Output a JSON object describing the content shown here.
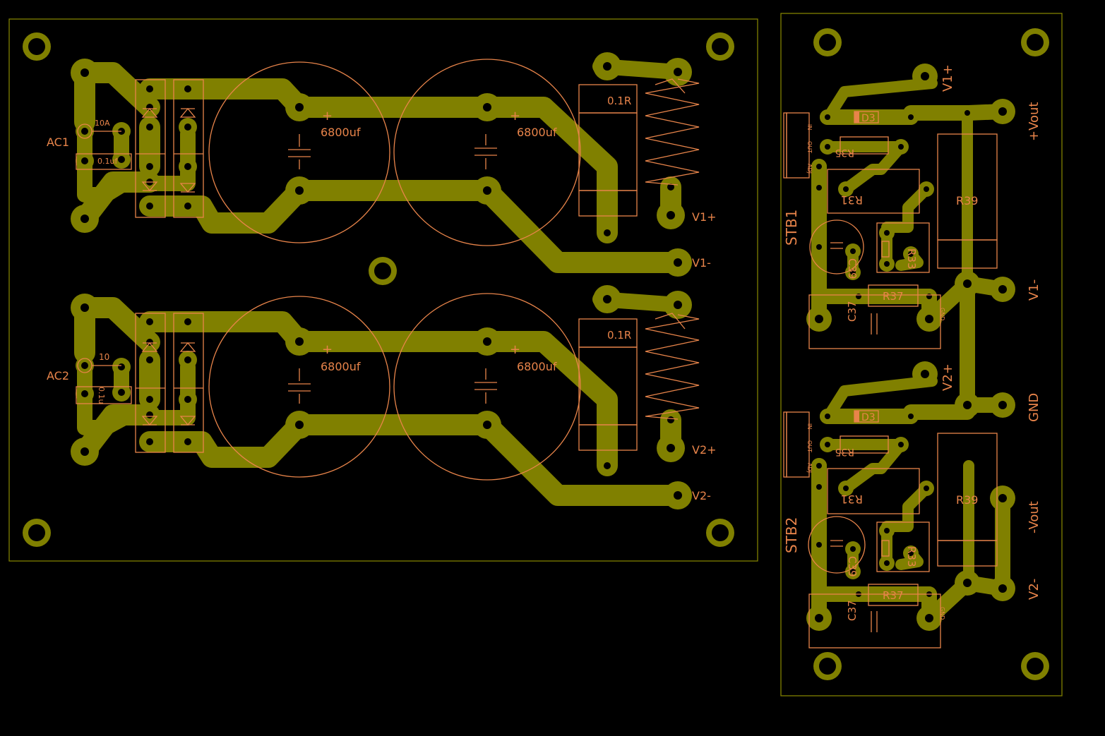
{
  "colors": {
    "background": "#000000",
    "copper": "#808000",
    "silkscreen": "#e8844a",
    "outline": "#808000"
  },
  "rectifier_board": {
    "ac_labels": [
      "AC1",
      "AC2"
    ],
    "fuse_labels": [
      "10A",
      "10"
    ],
    "cap_small_labels": [
      "0.1uf",
      "0.1u"
    ],
    "cap_value": "6800uf",
    "plus_sign": "+",
    "resistor_label": "0.1R",
    "outputs": [
      "V1+",
      "V1-",
      "V2+",
      "V2-"
    ]
  },
  "regulator_board": {
    "board_labels": [
      "STB1",
      "STB2"
    ],
    "components": {
      "d3": "D3",
      "r35": "R35",
      "r31": "R31",
      "r39": "R39",
      "r33": "R33",
      "c39": "C39",
      "r37": "R37",
      "c37": "C37"
    },
    "pin_labels": {
      "in": "IN",
      "out": "OUT",
      "adj": "ADJ",
      "gnd": "GND"
    },
    "connectors": [
      "V1+",
      "+Vout",
      "V1-",
      "V2+",
      "GND",
      "-Vout",
      "V2-"
    ]
  }
}
